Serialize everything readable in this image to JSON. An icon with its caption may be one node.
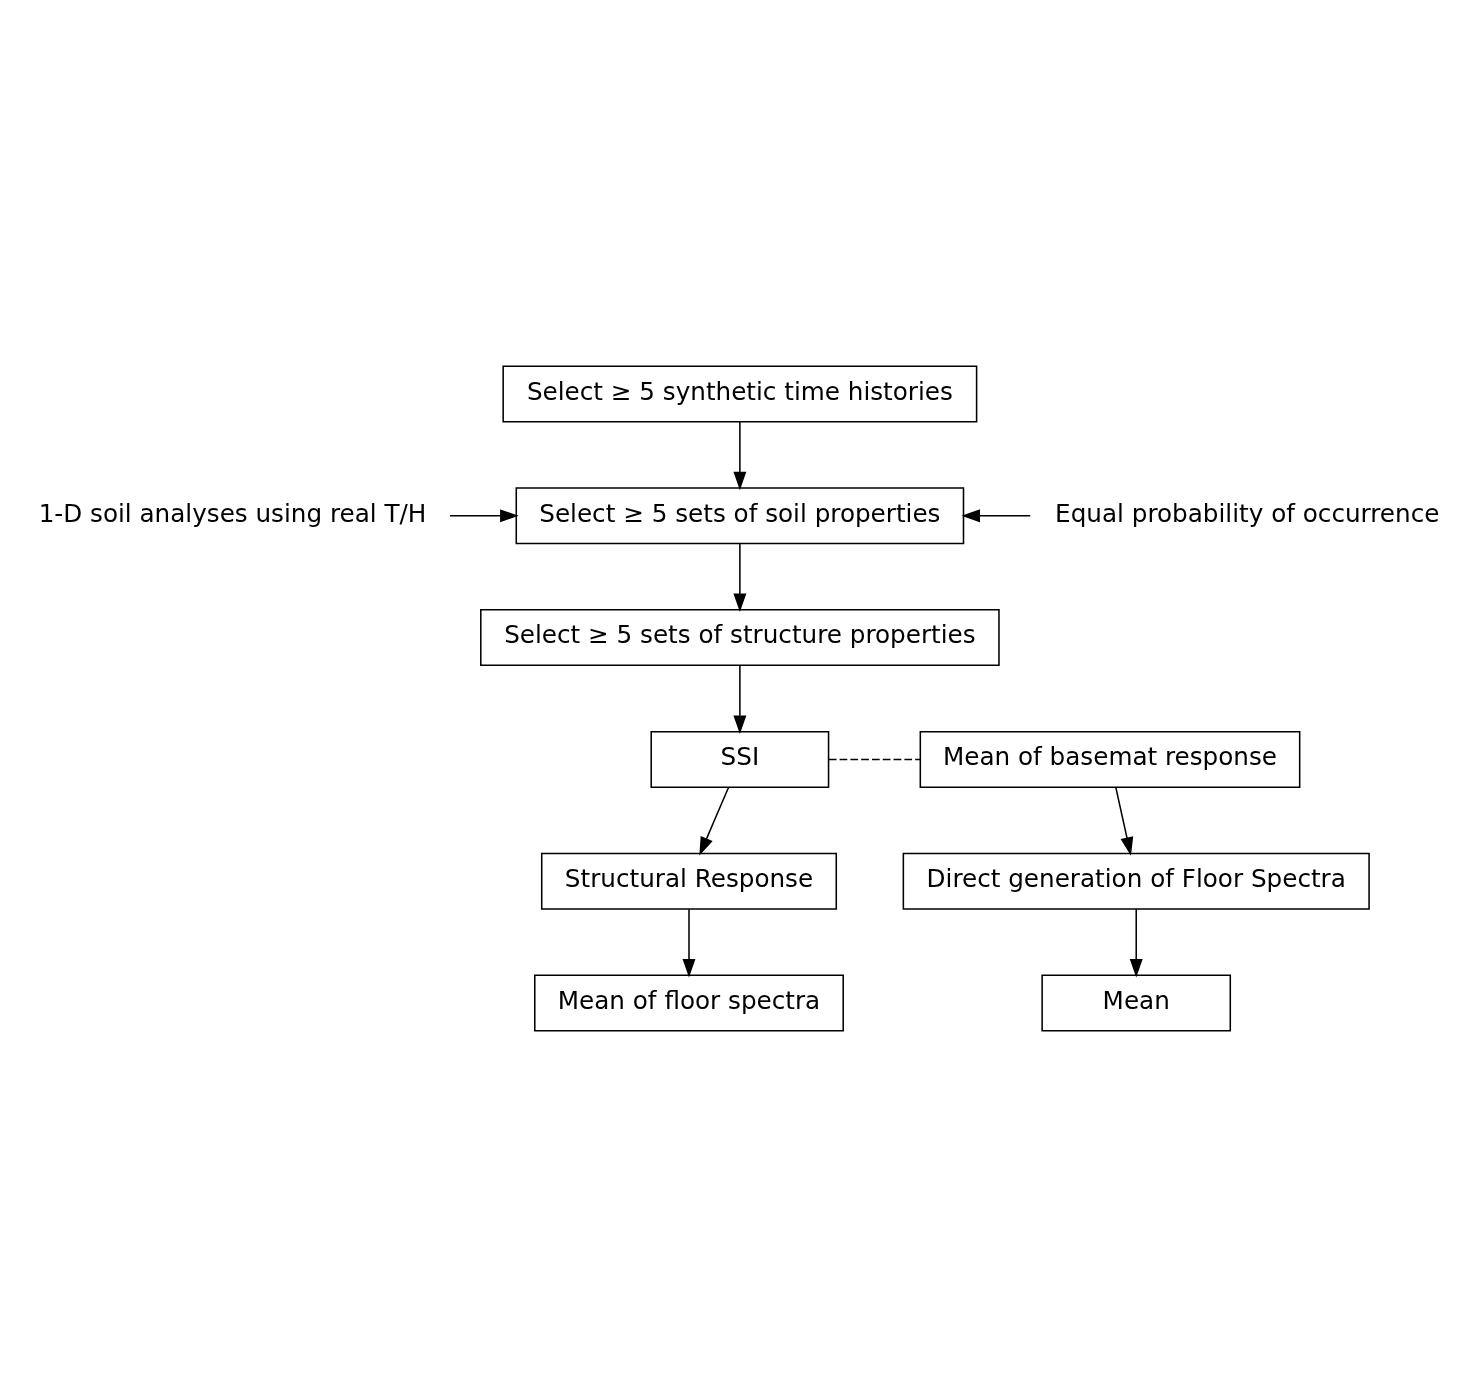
{
  "diagram": {
    "nodes": [
      {
        "text": [
          "Select ≥ 5 synthetic time histories"
        ]
      },
      {
        "text": [
          "Select ≥ 5 sets of soil properties"
        ]
      },
      {
        "text": [
          "1-D soil analyses using real T/H"
        ]
      },
      {
        "text": [
          "Equal probability of occurrence"
        ]
      },
      {
        "text": [
          "Select ≥ 5 sets of structure properties"
        ]
      },
      {
        "text": [
          "SSI"
        ]
      },
      {
        "text": [
          "Mean of basemat response"
        ]
      },
      {
        "text": [
          "Structural Response"
        ]
      },
      {
        "text": [
          "Direct generation of Floor Spectra"
        ]
      },
      {
        "text": [
          "Mean of floor spectra"
        ]
      },
      {
        "text": [
          "Mean"
        ]
      }
    ],
    "edges": [
      {
        "from": 0,
        "to": 1,
        "arrow": "to"
      },
      {
        "from": 2,
        "to": 1,
        "arrow": "to"
      },
      {
        "from": 3,
        "to": 1,
        "arrow": "to"
      },
      {
        "from": 1,
        "to": 4,
        "arrow": "to"
      },
      {
        "from": 4,
        "to": 5,
        "arrow": "to"
      },
      {
        "from": 5,
        "to": 6,
        "arrow": "none",
        "style": "dashed"
      },
      {
        "from": 5,
        "to": 7,
        "arrow": "to"
      },
      {
        "from": 6,
        "to": 8,
        "arrow": "to"
      },
      {
        "from": 7,
        "to": 9,
        "arrow": "to"
      },
      {
        "from": 8,
        "to": 10,
        "arrow": "to"
      }
    ]
  }
}
